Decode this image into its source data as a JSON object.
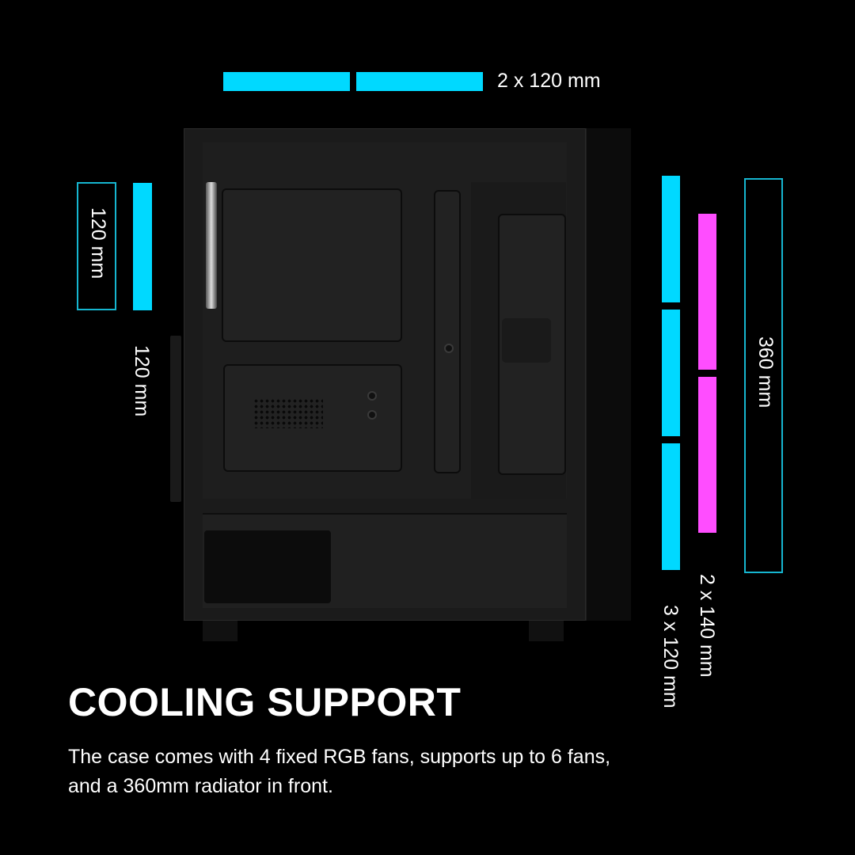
{
  "top_fans": {
    "label": "2 x 120 mm",
    "count": 2,
    "color": "#00d9ff"
  },
  "rear_fan": {
    "box_label": "120 mm",
    "label": "120 mm",
    "color": "#00d9ff",
    "outline_color": "#16b6d0"
  },
  "front_options": {
    "fans_120": {
      "label": "3 x 120 mm",
      "count": 3,
      "color": "#00d9ff"
    },
    "fans_140": {
      "label": "2 x 140 mm",
      "count": 2,
      "color": "#ff4dff"
    },
    "radiator": {
      "label": "360 mm",
      "outline_color": "#16b6d0"
    }
  },
  "heading": "COOLING SUPPORT",
  "description_line1": "The case comes with 4 fixed RGB fans, supports up to 6 fans,",
  "description_line2": "and a 360mm radiator in front.",
  "image": {
    "subject": "pc-case-side-view"
  }
}
